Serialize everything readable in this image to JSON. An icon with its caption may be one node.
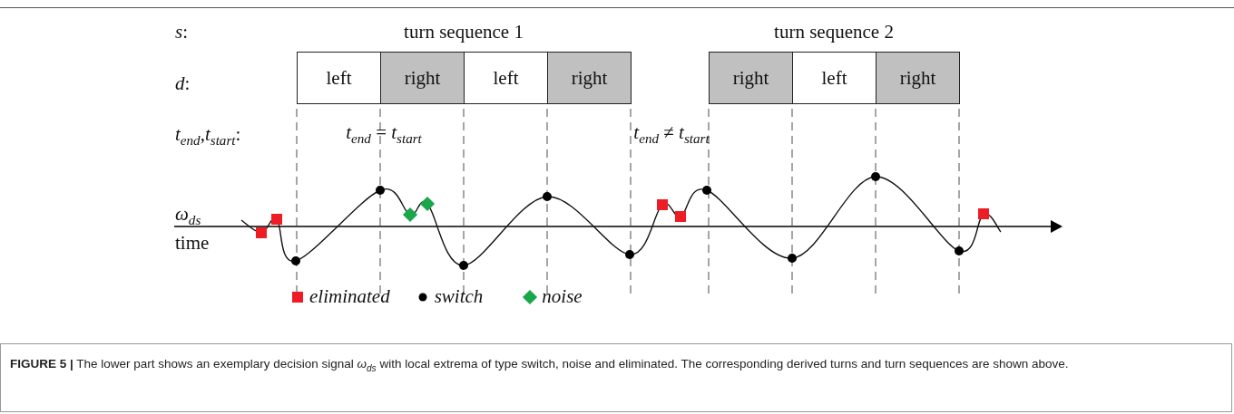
{
  "diagram": {
    "caption": "**FIGURE 5 |** The lower part shows an exemplary decision signal *ω*$_{ds}$ with local extrema of type switch, noise and eliminated. The corresponding derived turns and turn sequences are shown above.",
    "nodes": [
      {
        "text": [
          "left"
        ]
      },
      {
        "text": [
          "right"
        ]
      },
      {
        "text": [
          "left"
        ]
      },
      {
        "text": [
          "right"
        ]
      },
      {
        "text": [
          "right"
        ]
      },
      {
        "text": [
          "left"
        ]
      },
      {
        "text": [
          "right"
        ]
      }
    ],
    "labels": [
      "*s*:",
      "turn sequence 1",
      "turn sequence 2",
      "*d*:",
      "*t*$_{end}$,*t*$_{start}$:",
      "*t*$_{end}$ = *t*$_{start}$",
      "*t*$_{end}$ ≠ *t*$_{start}$",
      "*ω*$_{ds}$",
      "time"
    ],
    "legend": [
      {
        "text": "eliminated",
        "color": "#ee1c25"
      },
      {
        "text": "switch",
        "color": "#000000"
      },
      {
        "text": "noise",
        "color": "#1aa64a"
      }
    ]
  }
}
